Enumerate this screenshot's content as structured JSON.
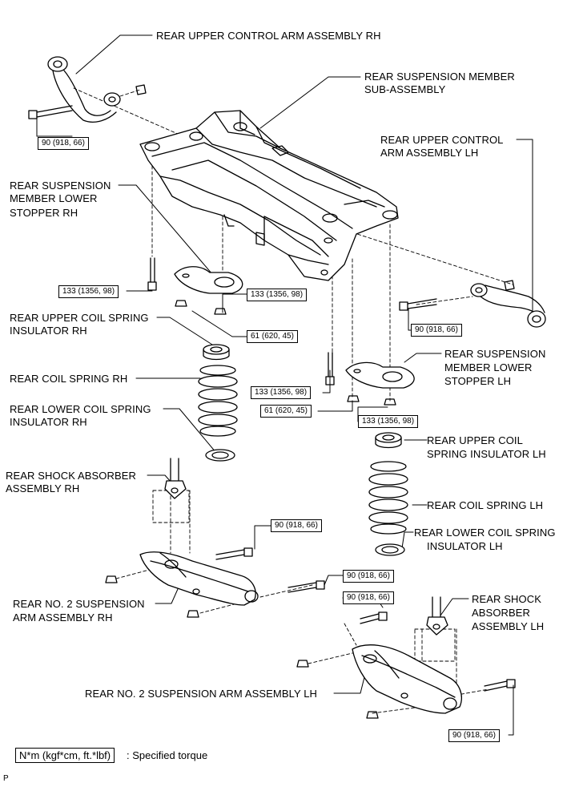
{
  "labels": {
    "upper_arm_rh": "REAR UPPER CONTROL ARM ASSEMBLY RH",
    "member_line1": "REAR SUSPENSION MEMBER",
    "member_line2": "SUB-ASSEMBLY",
    "upper_arm_lh_line1": "REAR UPPER CONTROL",
    "upper_arm_lh_line2": "ARM ASSEMBLY LH",
    "stopper_rh_line1": "REAR SUSPENSION",
    "stopper_rh_line2": "MEMBER LOWER",
    "stopper_rh_line3": "STOPPER RH",
    "upper_insulator_rh_line1": "REAR UPPER COIL SPRING",
    "upper_insulator_rh_line2": "INSULATOR RH",
    "coil_spring_rh": "REAR COIL SPRING RH",
    "lower_insulator_rh_line1": "REAR LOWER COIL SPRING",
    "lower_insulator_rh_line2": "INSULATOR RH",
    "stopper_lh_line1": "REAR SUSPENSION",
    "stopper_lh_line2": "MEMBER LOWER",
    "stopper_lh_line3": "STOPPER LH",
    "upper_insulator_lh_line1": "REAR UPPER COIL",
    "upper_insulator_lh_line2": "SPRING INSULATOR LH",
    "coil_spring_lh": "REAR COIL SPRING LH",
    "lower_insulator_lh_line1": "REAR LOWER COIL SPRING",
    "lower_insulator_lh_line2": "INSULATOR LH",
    "shock_rh_line1": "REAR SHOCK ABSORBER",
    "shock_rh_line2": "ASSEMBLY RH",
    "arm2_rh_line1": "REAR NO. 2 SUSPENSION",
    "arm2_rh_line2": "ARM ASSEMBLY RH",
    "shock_lh_line1": "REAR SHOCK",
    "shock_lh_line2": "ABSORBER",
    "shock_lh_line3": "ASSEMBLY LH",
    "arm2_lh": "REAR NO. 2 SUSPENSION ARM ASSEMBLY LH"
  },
  "torques": {
    "t90_upper_rh": "90 (918, 66)",
    "t133_rh_bolt": "133 (1356, 98)",
    "t133_rh_nut": "133 (1356, 98)",
    "t61_rh": "61 (620, 45)",
    "t90_upper_lh": "90 (918, 66)",
    "t133_lh_bolt": "133 (1356, 98)",
    "t61_lh": "61 (620, 45)",
    "t133_lh_nut": "133 (1356, 98)",
    "t90_arm_rh_front": "90 (918, 66)",
    "t90_arm_rh_rear": "90 (918, 66)",
    "t90_arm_lh_front": "90 (918, 66)",
    "t90_arm_lh_rear": "90 (918, 66)"
  },
  "legend": {
    "unit": "N*m (kgf*cm, ft.*lbf)",
    "text": ": Specified torque"
  },
  "page_mark": "P"
}
